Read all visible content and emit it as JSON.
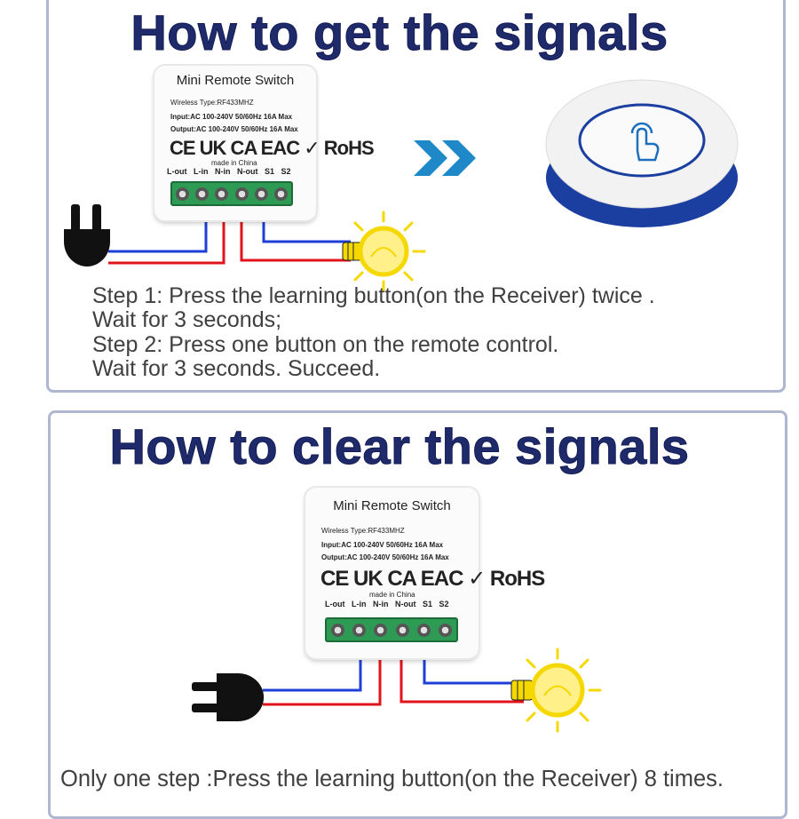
{
  "sections": {
    "get": {
      "title": "How to get the signals",
      "lines": [
        "Step 1: Press the learning button(on the Receiver) twice .",
        "Wait for 3 seconds;",
        "Step 2: Press one button on the remote control.",
        "Wait for 3 seconds. Succeed."
      ]
    },
    "clear": {
      "title": "How to clear the signals",
      "lines": [
        "Only one step :Press the learning button(on the Receiver) 8 times."
      ]
    }
  },
  "module": {
    "title": "Mini Remote Switch",
    "wireless": "Wireless Type:RF433MHZ",
    "input": "Input:AC 100-240V 50/60Hz 16A Max",
    "output": "Output:AC 100-240V 50/60Hz 16A Max",
    "marks": "CE UK CA EAC ✓ RoHS",
    "made_in": "made in China",
    "terminals": "L-out L-in N-in N-out S1 S2"
  },
  "icons": {
    "plug": "power-plug-icon",
    "bulb": "light-bulb-icon",
    "arrows": "double-chevron-right-icon",
    "remote": "round-remote-button-icon",
    "hand": "touch-hand-icon",
    "recycle": "weee-bin-icon"
  },
  "colors": {
    "title": "#1f2a6b",
    "text": "#404040",
    "wire_blue": "#1d3fd8",
    "wire_red": "#e0141a",
    "terminal_green": "#2e9b55",
    "bulb_yellow": "#f5d800",
    "arrow_blue": "#1e88c8",
    "remote_blue": "#1b3fa0",
    "panel_border": "#aeb6d0"
  }
}
